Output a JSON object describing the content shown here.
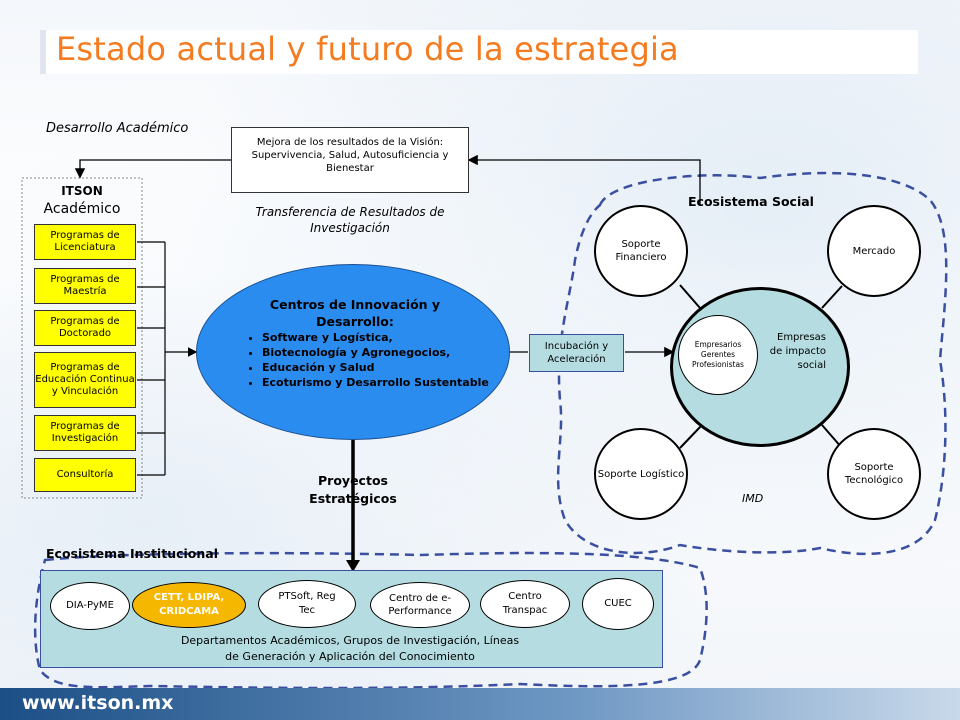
{
  "title": "Estado actual y futuro de la estrategia",
  "footer_url": "www.itson.mx",
  "desarrollo_academico": "Desarrollo Académico",
  "itson": {
    "title": "ITSON",
    "subtitle": "Académico",
    "programs": [
      "Programas de Licenciatura",
      "Programas de Maestría",
      "Programas de Doctorado",
      "Programas de Educación Continua y Vinculación",
      "Programas de Investigación",
      "Consultoría"
    ]
  },
  "mejora": "Mejora de los resultados de la Visión: Supervivencia, Salud, Autosuficiencia y Bienestar",
  "transferencia": "Transferencia de Resultados de Investigación",
  "centros": {
    "title": "Centros de Innovación y Desarrollo:",
    "items": [
      "Software y Logística,",
      "Biotecnología y Agronegocios,",
      "Educación y Salud",
      "Ecoturismo y Desarrollo Sustentable"
    ]
  },
  "incubacion": "Incubación y Aceleración",
  "proyectos": "Proyectos Estratégicos",
  "ecosistema_social": {
    "title": "Ecosistema Social",
    "soporte_financiero": "Soporte Financiero",
    "mercado": "Mercado",
    "soporte_logistico": "Soporte Logístico",
    "soporte_tecnologico": "Soporte Tecnológico",
    "empresas": "Empresas de impacto social",
    "inner": "Empresarios Gerentes Profesionistas",
    "imd": "IMD"
  },
  "ecosistema_institucional": {
    "title": "Ecosistema Institucional",
    "centers": [
      "DIA-PyME",
      "CETT, LDIPA, CRIDCAMA",
      "PTSoft, Reg Tec",
      "Centro de e-Performance",
      "Centro Transpac",
      "CUEC"
    ],
    "departamentos": "Departamentos Académicos, Grupos de Investigación, Líneas de Generación y Aplicación del Conocimiento"
  },
  "colors": {
    "title_orange": "#f47b20",
    "ellipse_blue": "#2b8cf0",
    "teal": "#b5dde1",
    "highlight_orange": "#f6b700",
    "dash_blue": "#3a4fa0"
  }
}
